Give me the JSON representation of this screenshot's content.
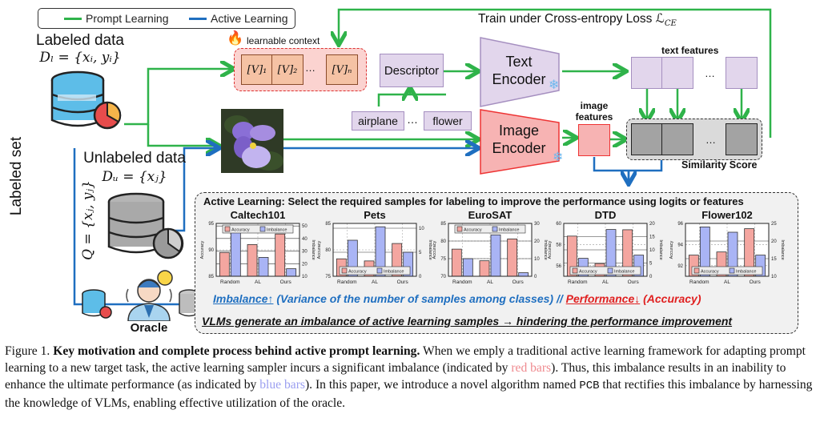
{
  "legend": {
    "prompt_learning": "Prompt Learning",
    "active_learning": "Active Learning",
    "colors": {
      "prompt": "#2fb34a",
      "active": "#1f6fc0"
    }
  },
  "labeled_data": {
    "title": "Labeled data",
    "math": "Dₗ = {xᵢ, yᵢ}"
  },
  "unlabeled_data": {
    "title": "Unlabeled data",
    "math": "Dᵤ = {xⱼ}"
  },
  "labeled_set": {
    "title": "Labeled set",
    "math": "Q = {xⱼ, yⱼ}"
  },
  "oracle": {
    "label": "Oracle"
  },
  "learnable_context": {
    "label": "learnable context",
    "tokens": [
      "[V]₁",
      "[V]₂",
      "…",
      "[V]ₙ"
    ]
  },
  "descriptor": {
    "label": "Descriptor"
  },
  "classes": {
    "items": [
      "airplane",
      "…",
      "flower"
    ]
  },
  "text_encoder": {
    "line1": "Text",
    "line2": "Encoder"
  },
  "image_encoder": {
    "line1": "Image",
    "line2": "Encoder"
  },
  "train_loss": {
    "label": "Train under Cross-entropy Loss ℒ",
    "subscript": "CE"
  },
  "text_features": {
    "label": "text features",
    "ellipsis": "…"
  },
  "image_features": {
    "line1": "image",
    "line2": "features"
  },
  "similarity": {
    "label": "Similarity Score",
    "ellipsis": "…"
  },
  "al_panel": {
    "title": "Active Learning: Select the required samples for labeling to improve the performance using logits or features",
    "imbalance_word": "Imbalance",
    "imbalance_arrow": "↑",
    "imbalance_desc": " (Variance of the number of samples among classes) // ",
    "performance_word": "Performance",
    "performance_arrow": "↓",
    "performance_desc": " (Accuracy)",
    "conclusion": "VLMs generate an imbalance of active learning samples → hindering the performance improvement"
  },
  "chart_data": [
    {
      "type": "bar",
      "title": "Caltech101",
      "categories": [
        "Random",
        "AL",
        "Ours"
      ],
      "series": [
        {
          "name": "Accuracy",
          "axis": "left",
          "color": "#f4a6a0",
          "values": [
            89.5,
            91.0,
            93.0
          ]
        },
        {
          "name": "Imbalance",
          "axis": "right",
          "color": "#a9b4f5",
          "values": [
            46,
            25,
            16
          ]
        }
      ],
      "ylabel": "Accuracy",
      "y2label": "Imbalance",
      "ylim": [
        85,
        95
      ],
      "yticks": [
        85,
        90,
        95
      ],
      "y2lim": [
        10,
        52
      ],
      "y2ticks": [
        10,
        20,
        30,
        40,
        50
      ],
      "legend": "top",
      "grid": true
    },
    {
      "type": "bar",
      "title": "Pets",
      "categories": [
        "Random",
        "AL",
        "Ours"
      ],
      "series": [
        {
          "name": "Accuracy",
          "axis": "left",
          "color": "#f4a6a0",
          "values": [
            78.3,
            77.9,
            81.2
          ]
        },
        {
          "name": "Imbalance",
          "axis": "right",
          "color": "#a9b4f5",
          "values": [
            7.5,
            10.3,
            5.0
          ]
        }
      ],
      "ylabel": "Accuracy",
      "y2label": "Imbalance",
      "ylim": [
        75,
        85
      ],
      "yticks": [
        75,
        80,
        85
      ],
      "y2lim": [
        0,
        11
      ],
      "y2ticks": [
        0,
        5,
        10
      ],
      "legend": "bottom",
      "grid": true
    },
    {
      "type": "bar",
      "title": "EuroSAT",
      "categories": [
        "Random",
        "AL",
        "Ours"
      ],
      "series": [
        {
          "name": "Accuracy",
          "axis": "left",
          "color": "#f4a6a0",
          "values": [
            77.7,
            74.4,
            80.6
          ]
        },
        {
          "name": "Imbalance",
          "axis": "right",
          "color": "#a9b4f5",
          "values": [
            10,
            23.5,
            2
          ]
        }
      ],
      "ylabel": "Accuracy",
      "y2label": "Imbalance",
      "ylim": [
        70,
        85
      ],
      "yticks": [
        70,
        75,
        80,
        85
      ],
      "y2lim": [
        0,
        30
      ],
      "y2ticks": [
        0,
        10,
        20,
        30
      ],
      "legend": "top",
      "grid": true
    },
    {
      "type": "bar",
      "title": "DTD",
      "categories": [
        "Random",
        "AL",
        "Ours"
      ],
      "series": [
        {
          "name": "Accuracy",
          "axis": "left",
          "color": "#f4a6a0",
          "values": [
            58.8,
            56.2,
            59.4
          ]
        },
        {
          "name": "Imbalance",
          "axis": "right",
          "color": "#a9b4f5",
          "values": [
            6.8,
            17.7,
            8.0
          ]
        }
      ],
      "ylabel": "Accuracy",
      "y2label": "Imbalance",
      "ylim": [
        55,
        60
      ],
      "yticks": [
        56,
        58,
        60
      ],
      "y2lim": [
        0,
        20
      ],
      "y2ticks": [
        0,
        5,
        10,
        15,
        20
      ],
      "legend": "bottom",
      "grid": true
    },
    {
      "type": "bar",
      "title": "Flower102",
      "categories": [
        "Random",
        "AL",
        "Ours"
      ],
      "series": [
        {
          "name": "Accuracy",
          "axis": "left",
          "color": "#f4a6a0",
          "values": [
            93.0,
            93.3,
            95.5
          ]
        },
        {
          "name": "Imbalance",
          "axis": "right",
          "color": "#a9b4f5",
          "values": [
            24,
            22.5,
            16
          ]
        }
      ],
      "ylabel": "Accuracy",
      "y2label": "Imbalance",
      "ylim": [
        91,
        96
      ],
      "yticks": [
        92,
        94,
        96
      ],
      "y2lim": [
        10,
        25
      ],
      "y2ticks": [
        10,
        15,
        20,
        25
      ],
      "legend": "bottom",
      "grid": true
    }
  ],
  "caption": {
    "prefix": "Figure 1. ",
    "bold": "Key motivation and complete process behind active prompt learning.",
    "part1": " When we emply a traditional active learning framework for adapting prompt learning to a new target task, the active learning sampler incurs a significant imbalance (indicated by ",
    "red_text": "red bars",
    "part2": "). Thus, this imbalance results in an inability to enhance the ultimate performance (as indicated by ",
    "blue_text": "blue bars",
    "part3": "). In this paper, we introduce a novel algorithm named ",
    "mono": "PCB",
    "part4": " that rectifies this imbalance by harnessing the knowledge of VLMs, enabling effective utilization of the oracle."
  }
}
